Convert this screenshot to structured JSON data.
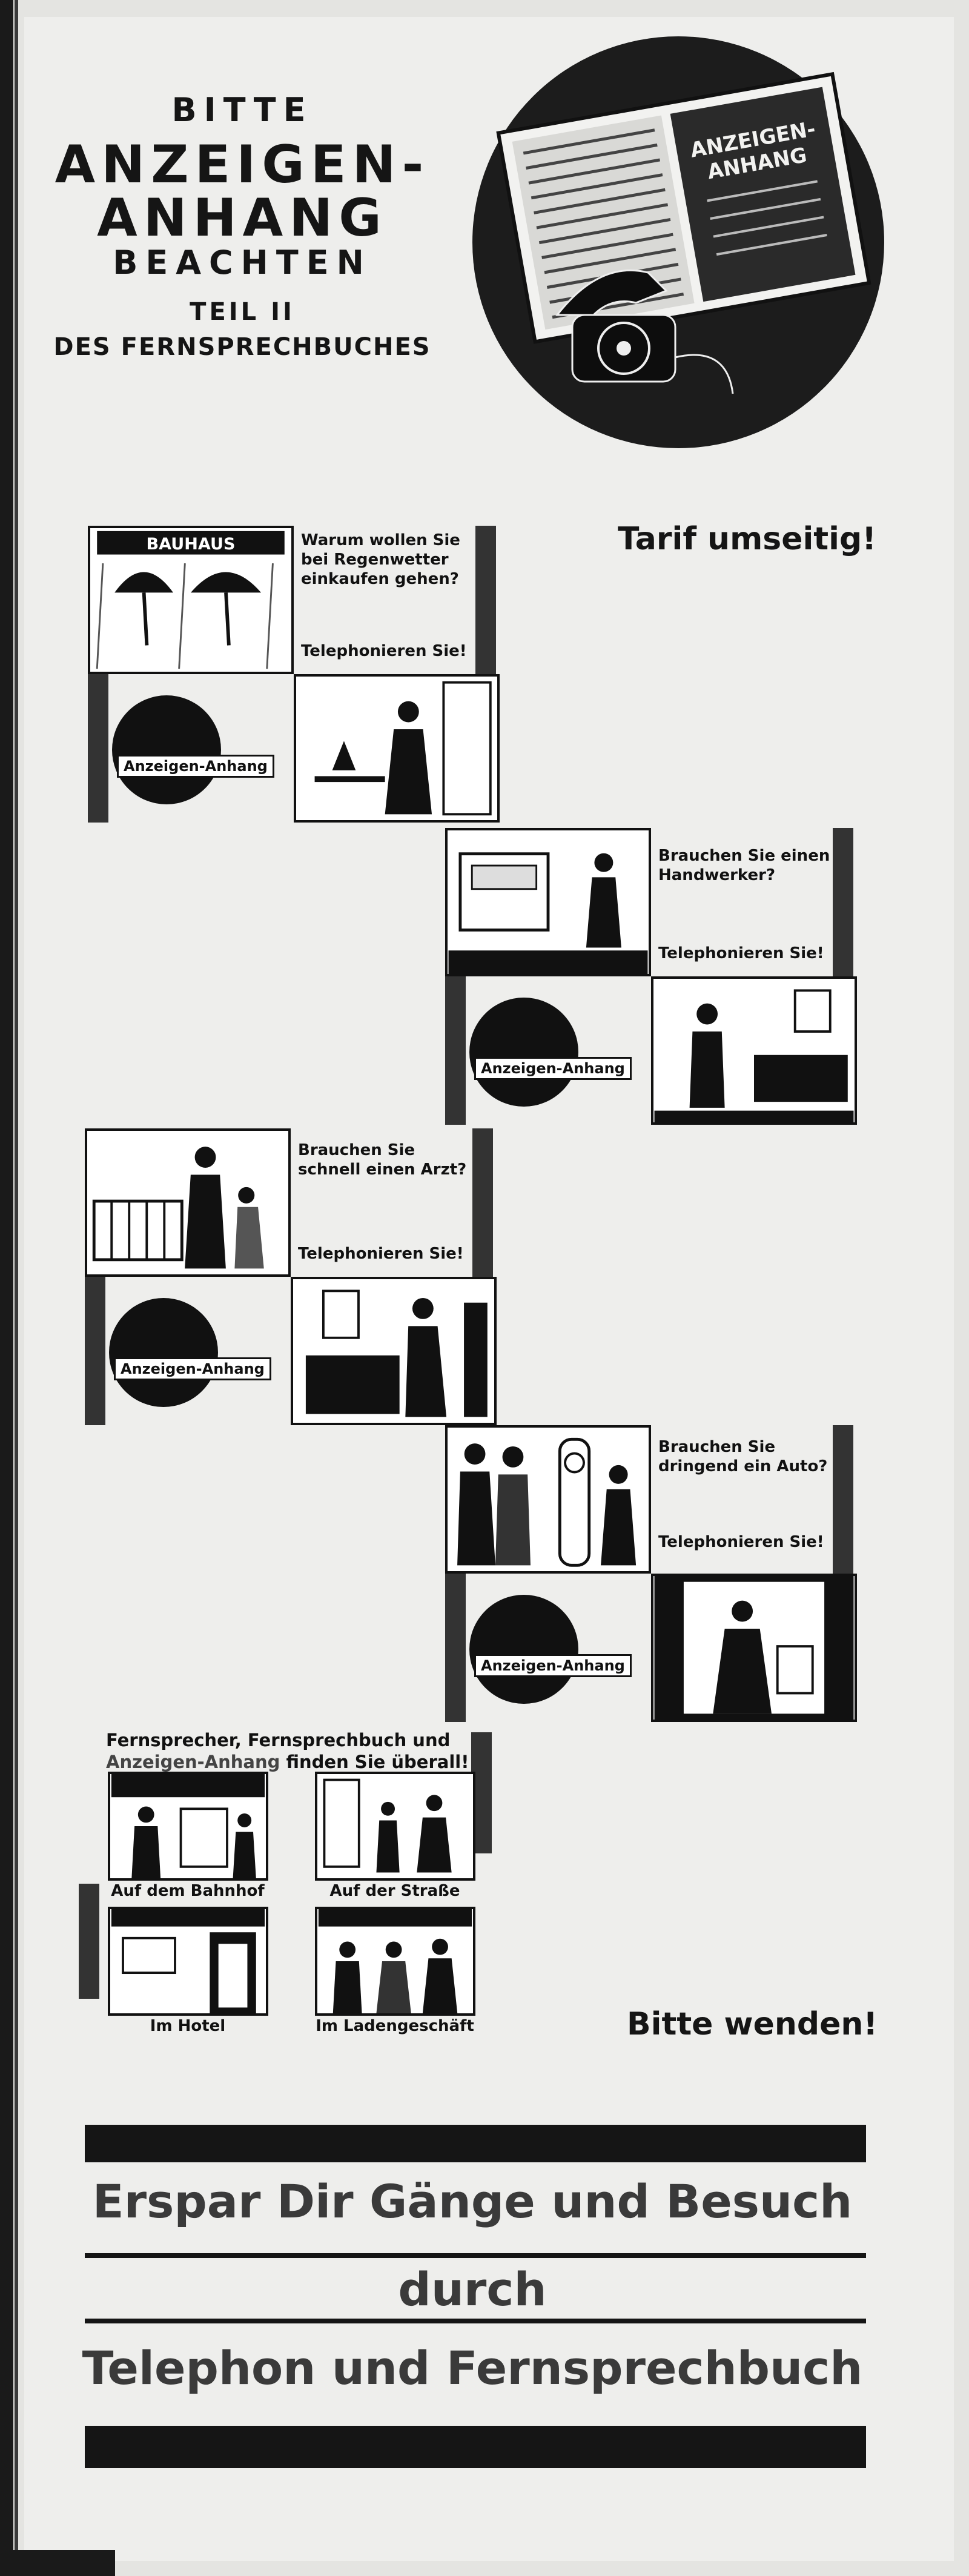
{
  "header": {
    "line1": "BITTE",
    "line2": "ANZEIGEN-",
    "line3": "ANHANG",
    "line4": "BEACHTEN",
    "line5": "TEIL II",
    "line6": "DES FERNSPRECHBUCHES"
  },
  "emblem": {
    "book_title_1": "ANZEIGEN-",
    "book_title_2": "ANHANG",
    "icon": "telephone-book-icon"
  },
  "notes": {
    "tarif": "Tarif umseitig!",
    "wenden": "Bitte wenden!"
  },
  "strips": [
    {
      "question": "Warum wollen Sie bei Regenwetter einkaufen gehen?",
      "call": "Telephonieren Sie!",
      "badge": "Anzeigen-Anhang",
      "sign": "BAUHAUS"
    },
    {
      "question": "Brauchen Sie einen Handwerker?",
      "call": "Telephonieren Sie!",
      "badge": "Anzeigen-Anhang"
    },
    {
      "question": "Brauchen Sie schnell einen Arzt?",
      "call": "Telephonieren Sie!",
      "badge": "Anzeigen-Anhang"
    },
    {
      "question": "Brauchen Sie dringend ein Auto?",
      "call": "Telephonieren Sie!",
      "badge": "Anzeigen-Anhang"
    }
  ],
  "everywhere": {
    "title_a": "Fernsprecher, Fernsprechbuch und",
    "title_b_hl": "Anzeigen-Anhang",
    "title_b_rest": " finden Sie überall!",
    "captions": [
      "Auf dem Bahnhof",
      "Auf der Straße",
      "Im Hotel",
      "Im Ladengeschäft"
    ]
  },
  "slogan": {
    "line1": "Erspar Dir Gänge und Besuch",
    "line2": "durch",
    "line3": "Telephon und Fernsprechbuch"
  }
}
